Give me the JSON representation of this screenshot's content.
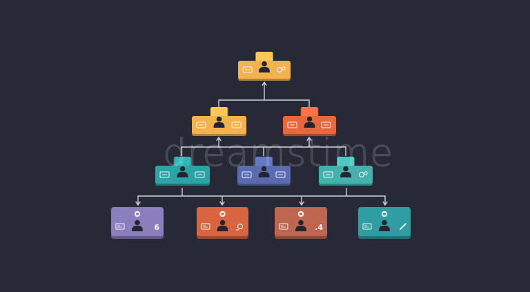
{
  "watermark": "dreamstime",
  "colors": {
    "background": "#272a36",
    "connector": "#cfd3da",
    "yellow": "#f2b34e",
    "orange": "#e5683e",
    "teal": "#2aa4a5",
    "blue": "#5a6bb0",
    "teal_light": "#44b2ac",
    "purple": "#8a7fbc",
    "orange_dark": "#d86540",
    "brown": "#bf6650",
    "teal_dark": "#2f9ea2",
    "icon_dark": "#24262f",
    "icon_light": "#f4f5f7"
  },
  "nodes": [
    {
      "id": "ceo",
      "level": 0,
      "color": "yellow",
      "style": "tab",
      "right_glyph": "gears",
      "right_text": ""
    },
    {
      "id": "manager-left",
      "level": 1,
      "color": "yellow",
      "style": "tab",
      "right_glyph": "chat",
      "right_text": ""
    },
    {
      "id": "manager-right",
      "level": 1,
      "color": "orange",
      "style": "tab",
      "right_glyph": "chat",
      "right_text": ""
    },
    {
      "id": "lead-left",
      "level": 2,
      "color": "teal",
      "style": "tab",
      "right_glyph": "chat",
      "right_text": ""
    },
    {
      "id": "lead-center",
      "level": 2,
      "color": "blue",
      "style": "tab",
      "right_glyph": "chat",
      "right_text": ""
    },
    {
      "id": "lead-right",
      "level": 2,
      "color": "teal_light",
      "style": "tab",
      "right_glyph": "gears",
      "right_text": ""
    },
    {
      "id": "staff-1",
      "level": 3,
      "color": "purple",
      "style": "flat",
      "right_glyph": "text",
      "right_text": "6"
    },
    {
      "id": "staff-2",
      "level": 3,
      "color": "orange_dark",
      "style": "flat",
      "right_glyph": "gear",
      "right_text": ""
    },
    {
      "id": "staff-3",
      "level": 3,
      "color": "brown",
      "style": "flat",
      "right_glyph": "text",
      "right_text": ".4"
    },
    {
      "id": "staff-4",
      "level": 3,
      "color": "teal_dark",
      "style": "flat",
      "right_glyph": "pen",
      "right_text": ""
    }
  ],
  "edges": [
    {
      "from": "manager-left",
      "to": "ceo"
    },
    {
      "from": "manager-right",
      "to": "ceo"
    },
    {
      "from": "lead-left",
      "to": "manager-left"
    },
    {
      "from": "lead-center",
      "to": "manager-left"
    },
    {
      "from": "lead-center",
      "to": "manager-right"
    },
    {
      "from": "lead-right",
      "to": "manager-right"
    },
    {
      "from": "lead-left",
      "to": "staff-1"
    },
    {
      "from": "lead-left",
      "to": "staff-2"
    },
    {
      "from": "lead-right",
      "to": "staff-3"
    },
    {
      "from": "lead-right",
      "to": "staff-4"
    }
  ]
}
